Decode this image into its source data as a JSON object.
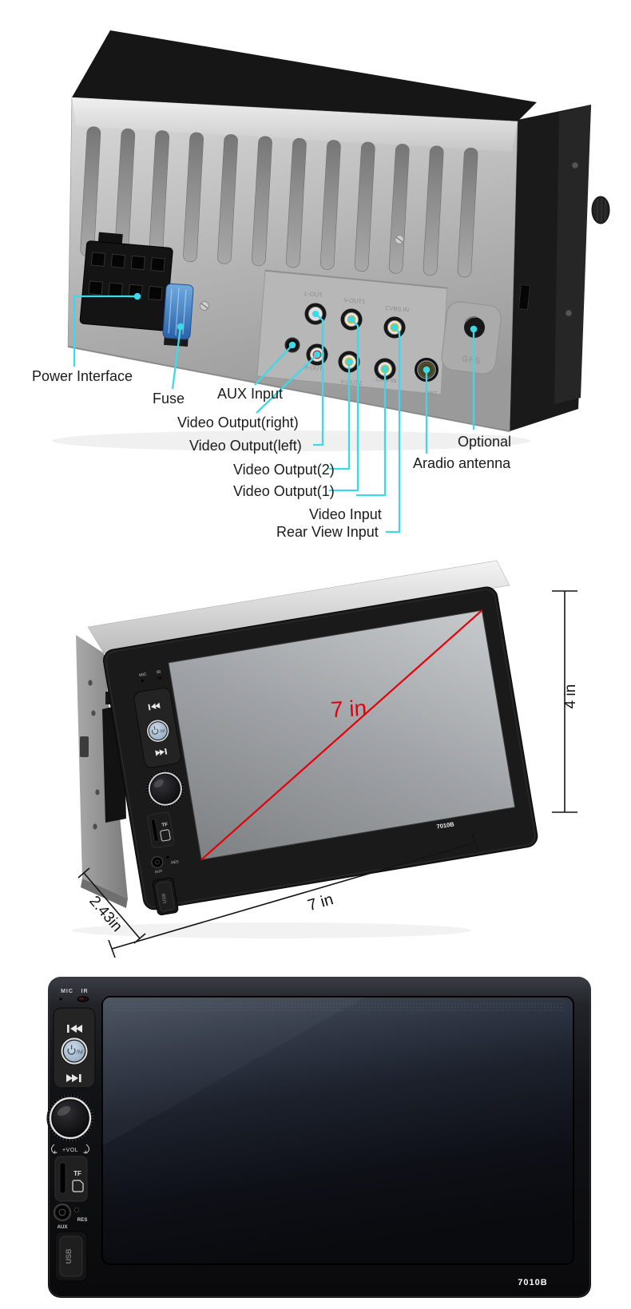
{
  "product": {
    "model": "7010B"
  },
  "rear_view": {
    "callouts": {
      "power_interface": "Power Interface",
      "fuse": "Fuse",
      "aux_input": "AUX Input",
      "video_output_right": "Video Output(right)",
      "video_output_left": "Video Output(left)",
      "video_output_2": "Video Output(2)",
      "video_output_1": "Video Output(1)",
      "video_input": "Video Input",
      "rear_view_input": "Rear View Input",
      "optional": "Optional",
      "aradio_antenna": "Aradio antenna"
    },
    "jack_labels": {
      "l_out": "L-OUT",
      "v_out1": "V-OUT1",
      "cvbs_in": "CVBS IN",
      "r_out": "R-OUT",
      "v_out2": "V-OUT2",
      "cam_in": "CAM IN",
      "ant": "ANT",
      "gps": "GPS"
    }
  },
  "dimension_view": {
    "screen_diagonal": "7 in",
    "height": "4 in",
    "width": "7 in",
    "depth": "2.43in"
  },
  "unit_labels": {
    "mic": "MIC",
    "ir": "IR",
    "power_mode": "/M",
    "volume": "+VOL",
    "tf_card": "TF",
    "aux": "AUX",
    "reset": "RES",
    "usb": "USB"
  },
  "colors": {
    "background": "#ffffff",
    "callout_cyan": "#3cd9e8",
    "diagonal_red": "#e60008",
    "dimension_black": "#141414",
    "body_silver": "#b2b2b2",
    "body_black": "#161616"
  }
}
